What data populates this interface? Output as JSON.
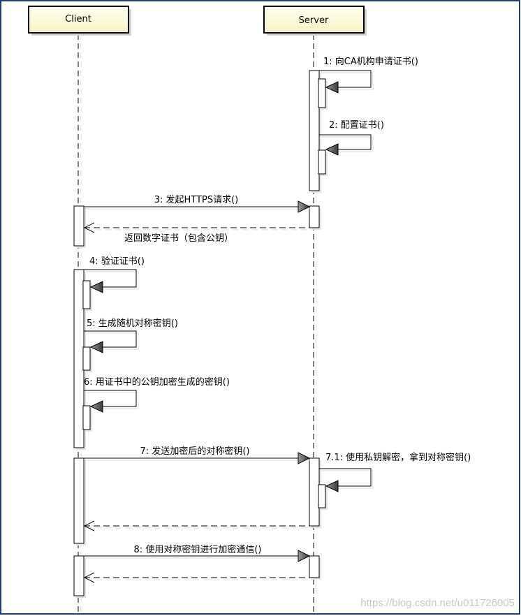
{
  "participants": {
    "client": "Client",
    "server": "Server"
  },
  "messages": {
    "m1": "1: 向CA机构申请证书()",
    "m2": "2: 配置证书()",
    "m3": "3: 发起HTTPS请求()",
    "r3": "返回数字证书（包含公钥）",
    "m4": "4: 验证证书()",
    "m5": "5: 生成随机对称密钥()",
    "m6": "6: 用证书中的公钥加密生成的密钥()",
    "m7": "7: 发送加密后的对称密钥()",
    "m71": "7.1: 使用私钥解密，拿到对称密钥()",
    "m8": "8: 使用对称密钥进行加密通信()"
  },
  "watermark": "https://blog.csdn.net/u011726005",
  "colors": {
    "frame": "#1f3f6f",
    "participant_fill": "#fdfbd5",
    "arrowhead": "#505050"
  }
}
